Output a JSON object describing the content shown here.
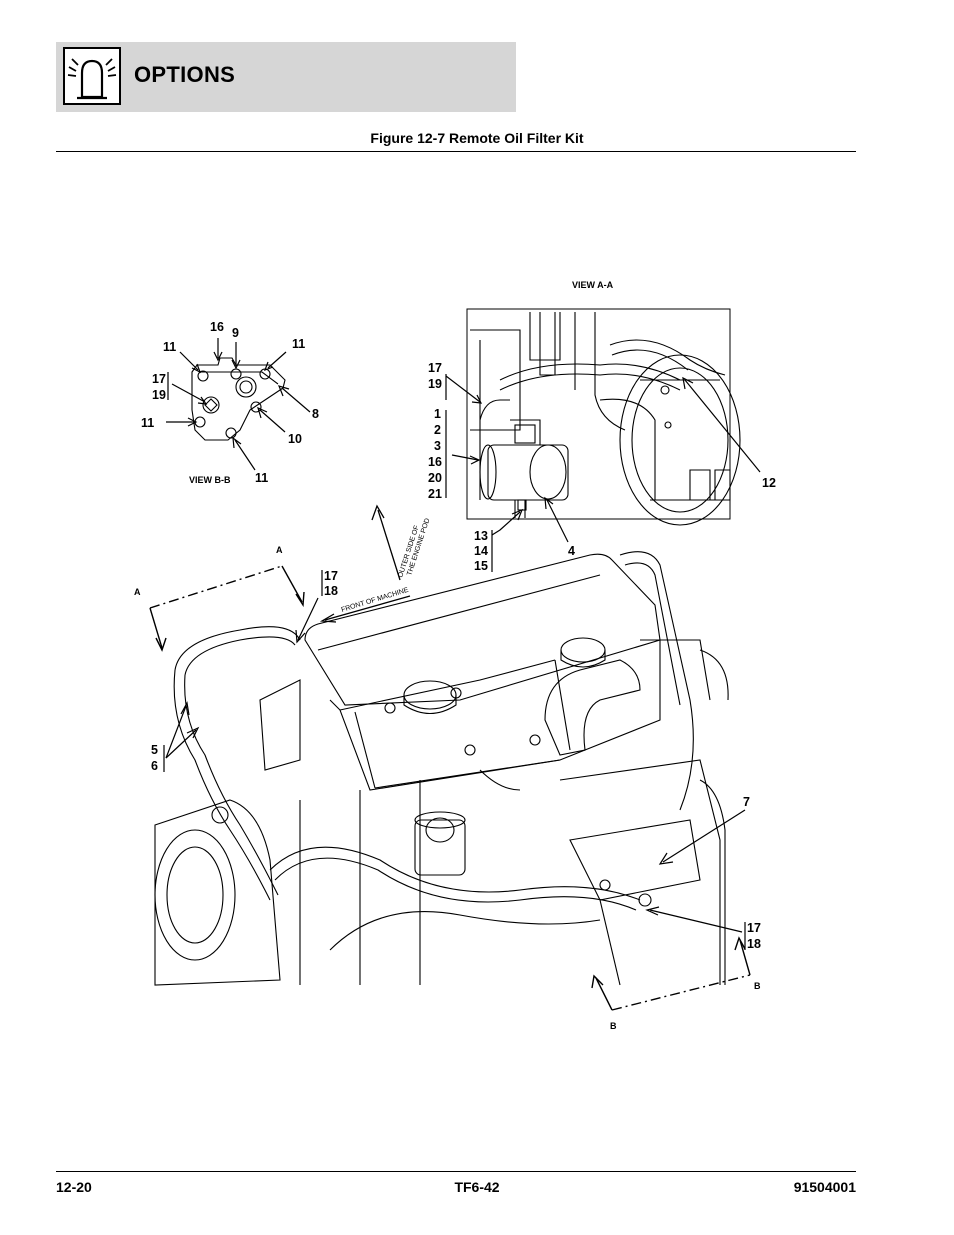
{
  "header": {
    "section_title": "OPTIONS",
    "icon": "beacon-light-icon"
  },
  "figure": {
    "title": "Figure 12-7 Remote Oil Filter Kit"
  },
  "views": {
    "view_aa": "VIEW A-A",
    "view_bb": "VIEW B-B",
    "section_a_left": "A",
    "section_a_right": "A",
    "section_b_left": "B",
    "section_b_right": "B",
    "direction_outer": "OUTER SIDE OF",
    "direction_pod": "THE ENGINE POD",
    "direction_front": "FRONT OF MACHINE"
  },
  "callouts_bb": {
    "c16": "16",
    "c9": "9",
    "c11_tl": "11",
    "c11_tr": "11",
    "c17": "17",
    "c19": "19",
    "c8": "8",
    "c11_l": "11",
    "c10": "10",
    "c11_b": "11"
  },
  "callouts_aa": {
    "c17": "17",
    "c19": "19",
    "c1": "1",
    "c2": "2",
    "c3": "3",
    "c16": "16",
    "c20": "20",
    "c21": "21",
    "c12": "12",
    "c13": "13",
    "c14": "14",
    "c15": "15",
    "c4": "4"
  },
  "callouts_main": {
    "c17_top": "17",
    "c18_top": "18",
    "c5": "5",
    "c6": "6",
    "c7": "7",
    "c17_bot": "17",
    "c18_bot": "18"
  },
  "footer": {
    "page_number": "12-20",
    "model": "TF6-42",
    "doc_number": "91504001"
  }
}
